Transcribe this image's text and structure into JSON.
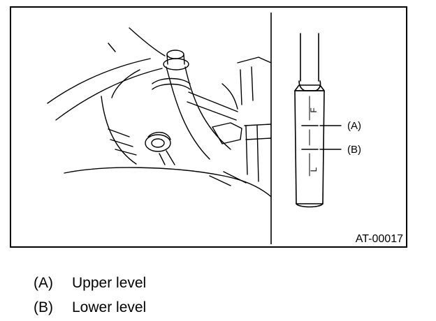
{
  "figure": {
    "code": "AT-00017",
    "dipstick": {
      "full_mark": "F",
      "low_mark": "L"
    },
    "callouts": [
      {
        "key": "(A)",
        "label": "Upper level"
      },
      {
        "key": "(B)",
        "label": "Lower level"
      }
    ]
  }
}
